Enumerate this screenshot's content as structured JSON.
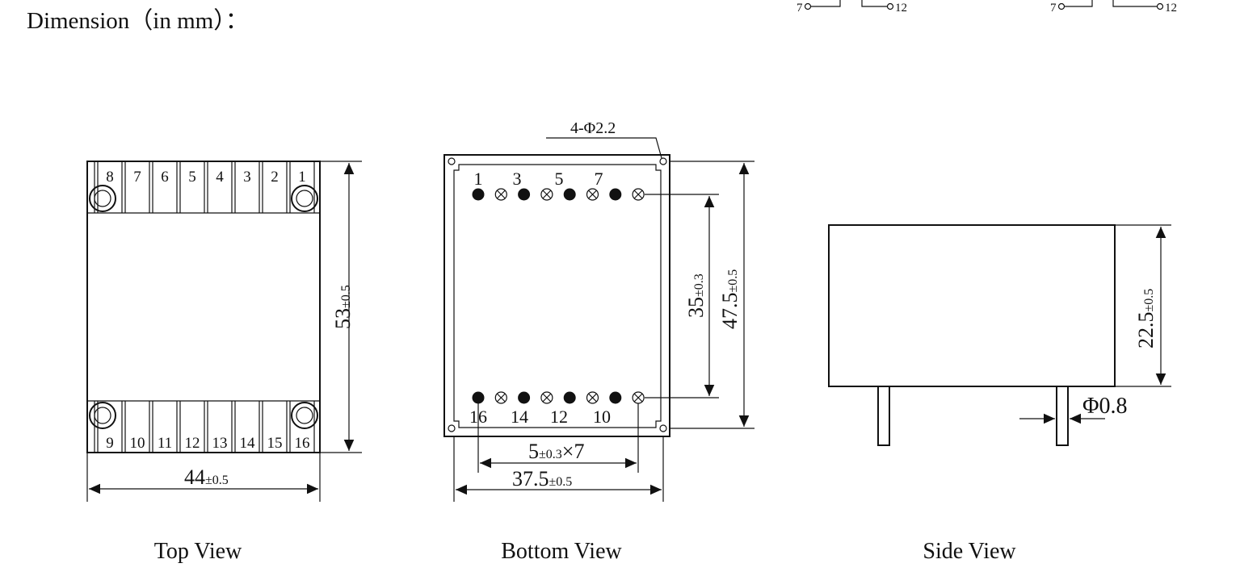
{
  "header": {
    "title": "Dimension（in mm）："
  },
  "schematic_fragments": {
    "left": {
      "pin_a": "7",
      "pin_b": "12"
    },
    "right": {
      "pin_a": "7",
      "pin_b": "12"
    }
  },
  "top_view": {
    "caption": "Top View",
    "top_pins": [
      "8",
      "7",
      "6",
      "5",
      "4",
      "3",
      "2",
      "1"
    ],
    "bottom_pins": [
      "9",
      "10",
      "11",
      "12",
      "13",
      "14",
      "15",
      "16"
    ],
    "height_dim": {
      "value": "53",
      "tol": "±0.5"
    },
    "width_dim": {
      "value": "44",
      "tol": "±0.5"
    }
  },
  "bottom_view": {
    "caption": "Bottom View",
    "hole_note": "4-Φ2.2",
    "top_pin_labels": [
      "1",
      "3",
      "5",
      "7"
    ],
    "bottom_pin_labels": [
      "16",
      "14",
      "12",
      "10"
    ],
    "row_pitch_dim": {
      "value": "35",
      "tol": "±0.3"
    },
    "height_dim": {
      "value": "47.5",
      "tol": "±0.5"
    },
    "pitch_dim": {
      "value": "5",
      "tol": "±0.3",
      "suffix": "×7"
    },
    "width_dim": {
      "value": "37.5",
      "tol": "±0.5"
    }
  },
  "side_view": {
    "caption": "Side View",
    "height_dim": {
      "value": "22.5",
      "tol": "±0.5"
    },
    "pin_dia": "Φ0.8"
  }
}
